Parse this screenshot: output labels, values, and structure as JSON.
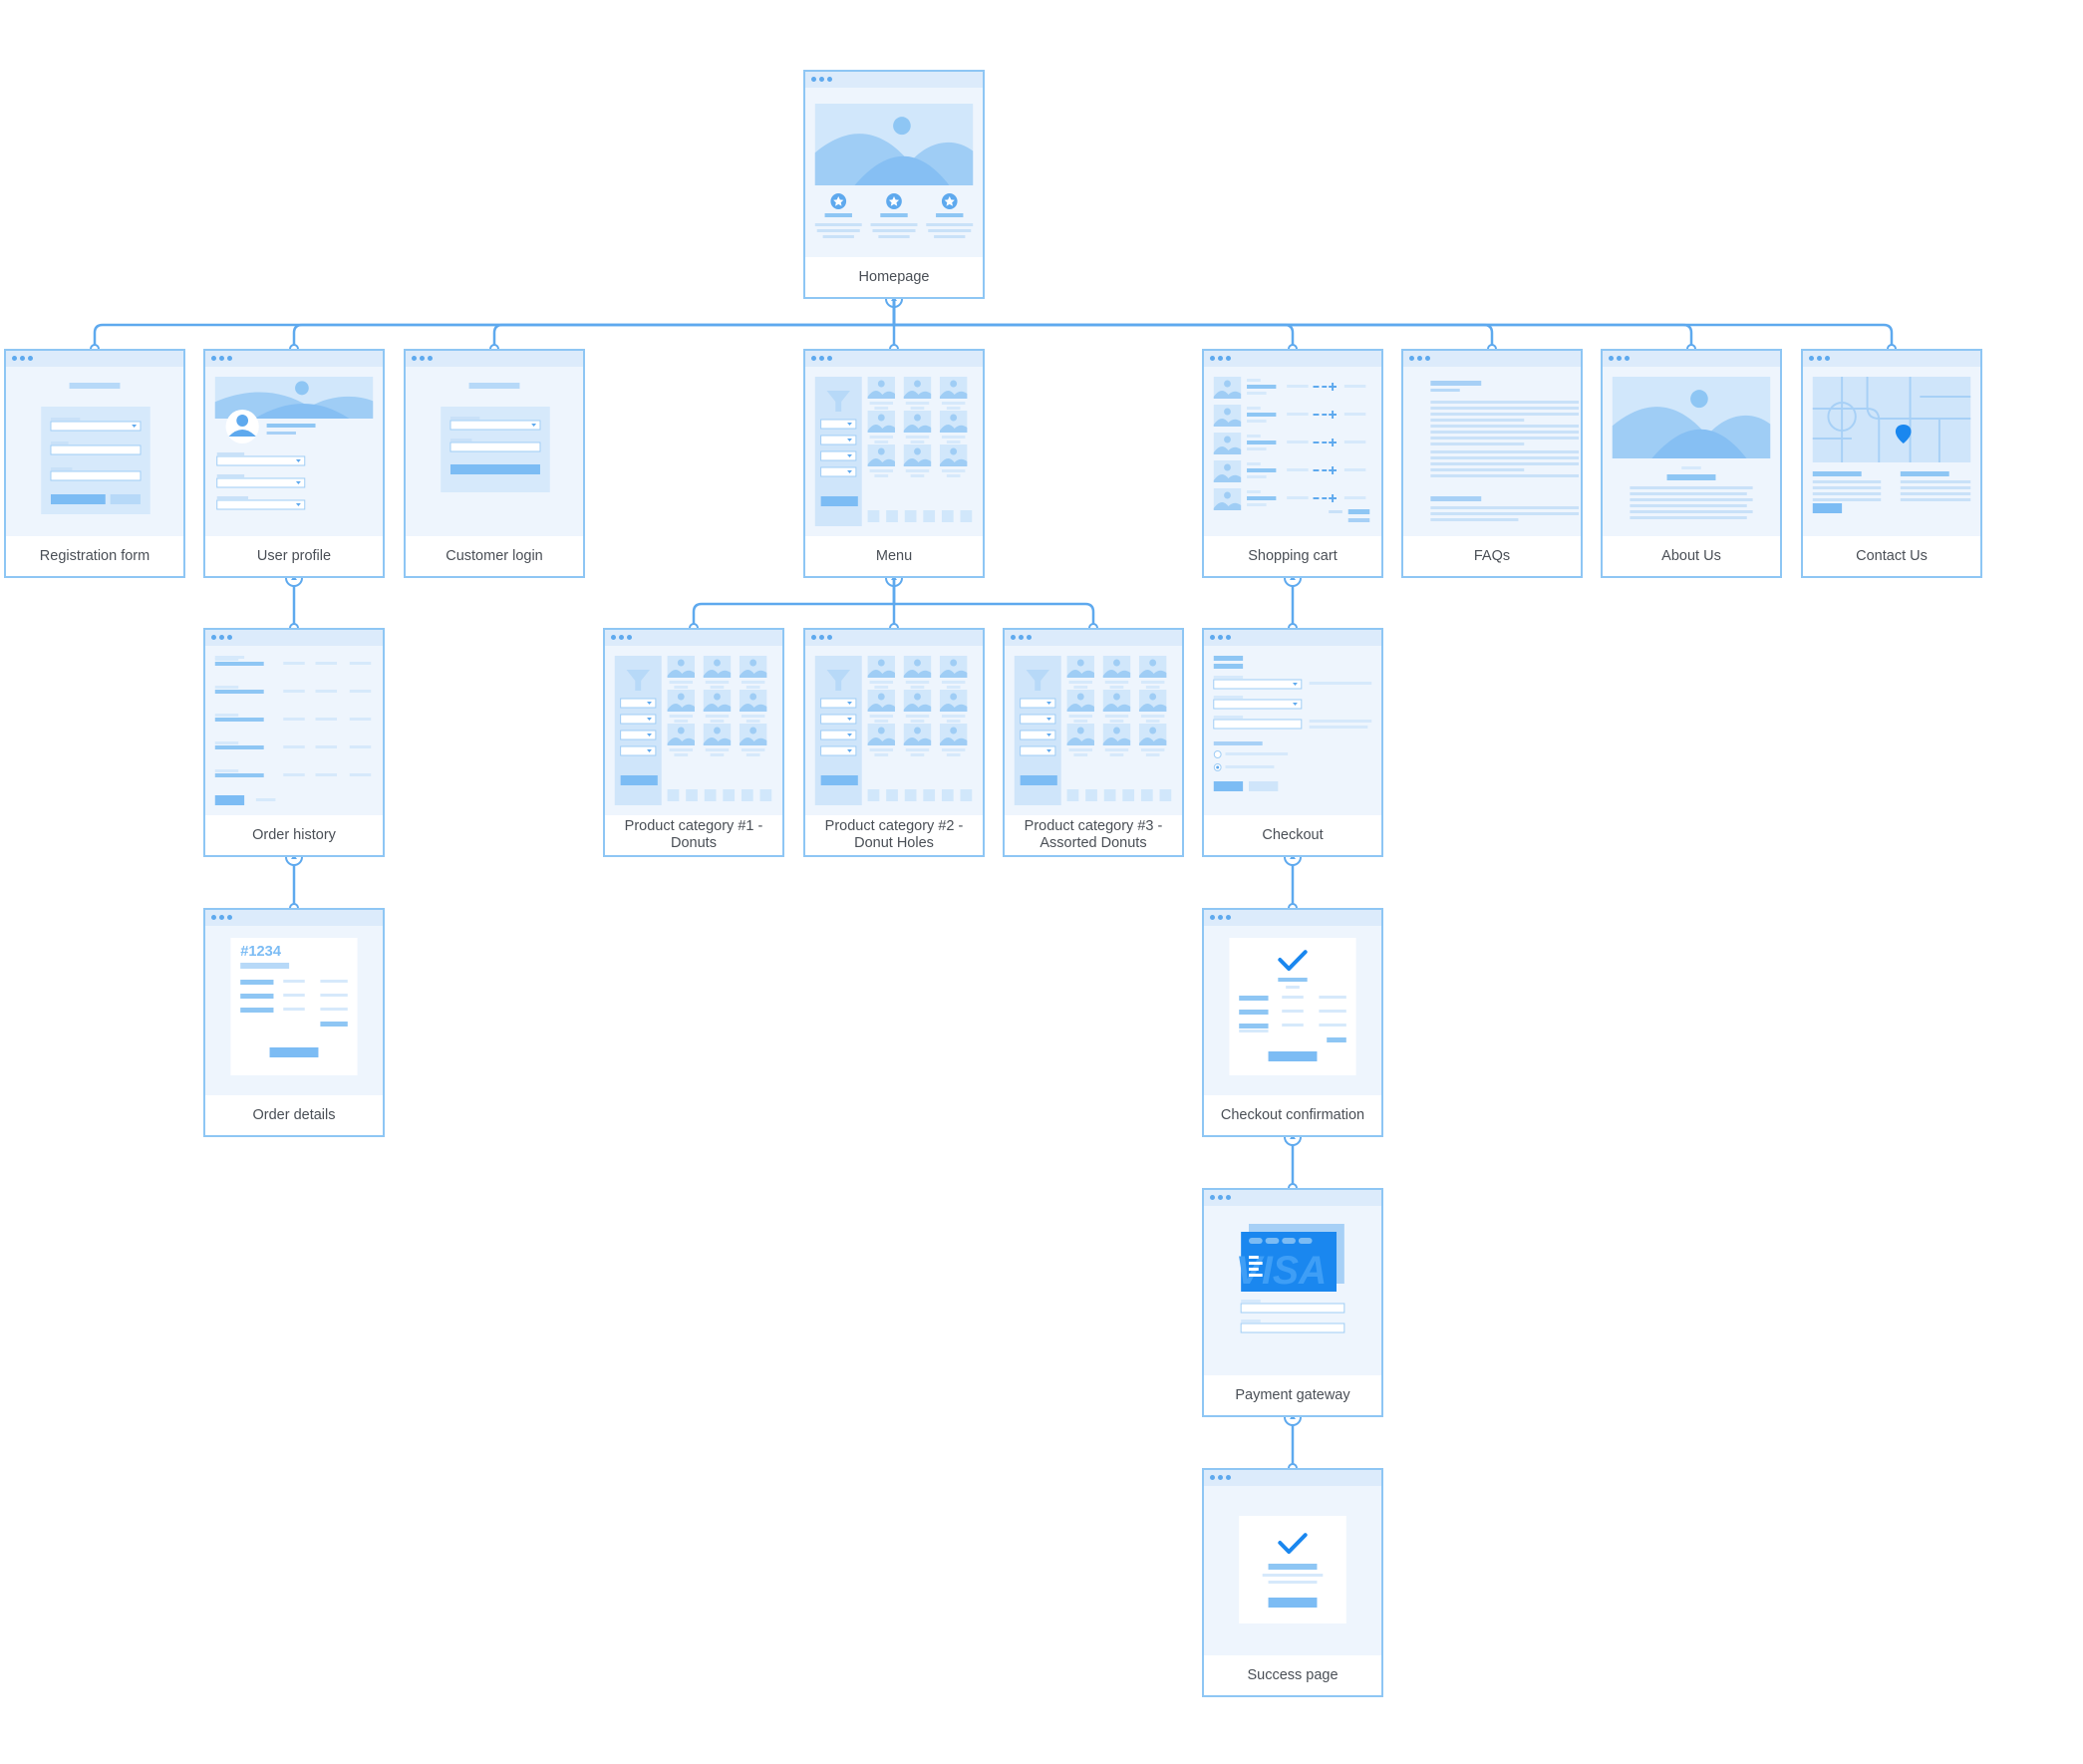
{
  "diagram": {
    "colors": {
      "line": "#5ea9ee",
      "border": "#8ec6f4",
      "accent": "#1a87ef",
      "fill": "#b7d9f8",
      "bg": "#eef5fd",
      "label": "#4a4f56"
    },
    "pages": [
      {
        "id": "homepage",
        "label": "Homepage",
        "kind": "home"
      },
      {
        "id": "registration_form",
        "label": "Registration form",
        "kind": "form"
      },
      {
        "id": "user_profile",
        "label": "User profile",
        "kind": "profile"
      },
      {
        "id": "customer_login",
        "label": "Customer login",
        "kind": "login"
      },
      {
        "id": "menu",
        "label": "Menu",
        "kind": "grid"
      },
      {
        "id": "shopping_cart",
        "label": "Shopping cart",
        "kind": "cart"
      },
      {
        "id": "faqs",
        "label": "FAQs",
        "kind": "text"
      },
      {
        "id": "about_us",
        "label": "About Us",
        "kind": "about"
      },
      {
        "id": "contact_us",
        "label": "Contact Us",
        "kind": "contact"
      },
      {
        "id": "order_history",
        "label": "Order history",
        "kind": "history"
      },
      {
        "id": "product_category_1",
        "label": "Product category #1 - Donuts",
        "kind": "grid"
      },
      {
        "id": "product_category_2",
        "label": "Product category #2 - Donut Holes",
        "kind": "grid"
      },
      {
        "id": "product_category_3",
        "label": "Product category #3 - Assorted Donuts",
        "kind": "grid"
      },
      {
        "id": "checkout",
        "label": "Checkout",
        "kind": "checkout"
      },
      {
        "id": "order_details",
        "label": "Order details",
        "kind": "orderdetails",
        "order_number": "#1234"
      },
      {
        "id": "checkout_confirmation",
        "label": "Checkout confirmation",
        "kind": "confirm"
      },
      {
        "id": "payment_gateway",
        "label": "Payment gateway",
        "kind": "payment",
        "card_brand": "VISA"
      },
      {
        "id": "success_page",
        "label": "Success page",
        "kind": "success"
      }
    ],
    "links": [
      [
        "homepage",
        "registration_form"
      ],
      [
        "homepage",
        "user_profile"
      ],
      [
        "homepage",
        "customer_login"
      ],
      [
        "homepage",
        "menu"
      ],
      [
        "homepage",
        "shopping_cart"
      ],
      [
        "homepage",
        "faqs"
      ],
      [
        "homepage",
        "about_us"
      ],
      [
        "homepage",
        "contact_us"
      ],
      [
        "user_profile",
        "order_history"
      ],
      [
        "order_history",
        "order_details"
      ],
      [
        "menu",
        "product_category_1"
      ],
      [
        "menu",
        "product_category_2"
      ],
      [
        "menu",
        "product_category_3"
      ],
      [
        "shopping_cart",
        "checkout"
      ],
      [
        "checkout",
        "checkout_confirmation"
      ],
      [
        "checkout_confirmation",
        "payment_gateway"
      ],
      [
        "payment_gateway",
        "success_page"
      ]
    ]
  }
}
